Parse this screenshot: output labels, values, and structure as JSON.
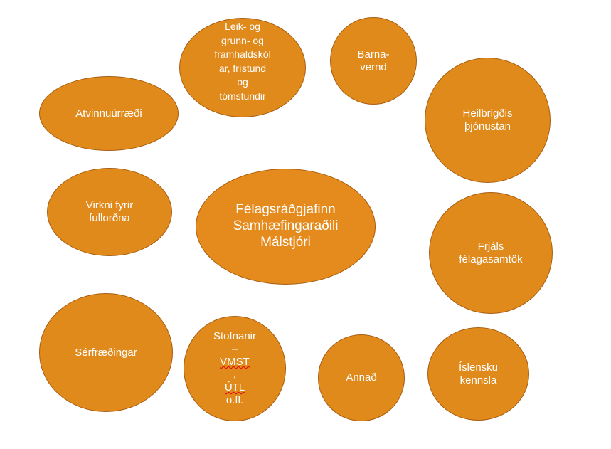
{
  "nodes": {
    "atvinnu": "Atvinnuúrræði",
    "leik": "Leik- og\ngrunn- og\nframhaldskól\nar, frístund\nog\ntómstundir",
    "barna": "Barna-\nvernd",
    "heil": "Heilbrigðis\nþjónustan",
    "virkni": "Virkni fyrir\nfullorðna",
    "center": "Félagsráðgjafinn\nSamhæfingaraðili\nMálstjóri",
    "frjals": "Frjáls\nfélagasamtök",
    "serfr": "Sérfræðingar",
    "stofnanir_line1": "Stofnanir",
    "stofnanir_line2_prefix": "– ",
    "stofnanir_line2_word": "VMST",
    "stofnanir_line2_suffix": ",",
    "stofnanir_line3_word": "ÚTL",
    "stofnanir_line3_suffix": " o.fl.",
    "annad": "Annað",
    "islensku": "Íslensku\nkennsla"
  },
  "colors": {
    "fill": "#e08a1c",
    "border": "#a85c0f",
    "text": "#ffffff",
    "spellcheck": "#e00000"
  }
}
